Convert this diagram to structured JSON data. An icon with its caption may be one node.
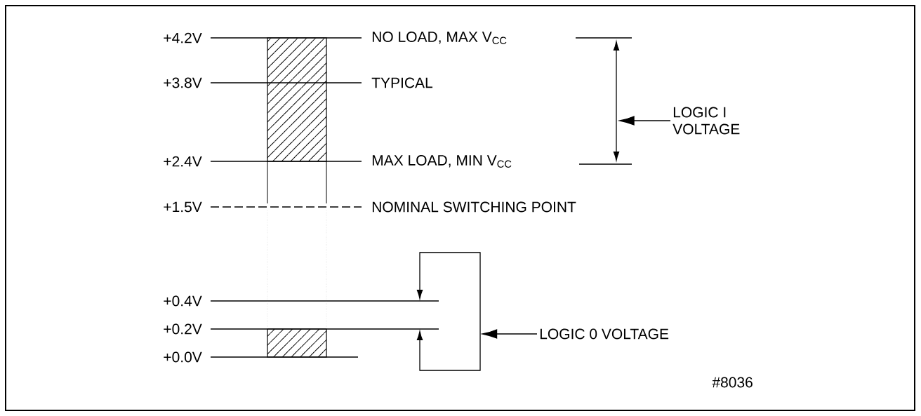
{
  "diagram": {
    "nodes": [
      {
        "text": [
          "LOGIC I VOLTAGE"
        ]
      },
      {
        "text": [
          "LOGIC 0 VOLTAGE"
        ]
      },
      {
        "text": [],
        "shape": "line"
      },
      {
        "text": [],
        "shape": "bracket"
      }
    ],
    "edges": [
      {
        "from": 0,
        "to": 2,
        "arrow": "to"
      },
      {
        "from": 1,
        "to": 3,
        "arrow": "to"
      }
    ],
    "labels": [
      "+4.2V",
      "NO LOAD, MAX V$_{CC}$",
      "+3.8V",
      "TYPICAL",
      "+2.4V",
      "MAX LOAD, MIN V$_{CC}$",
      "+1.5V",
      "NOMINAL SWITCHING POINT",
      "+0.4V",
      "+0.2V",
      "+0.0V",
      "#8036"
    ]
  }
}
